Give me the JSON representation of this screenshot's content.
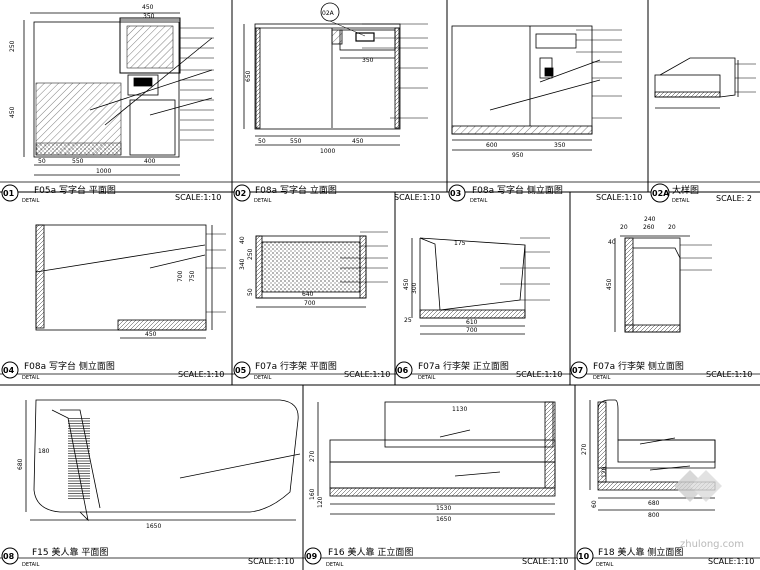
{
  "panels": [
    {
      "num": "01",
      "title": "F05a 写字台  平面图",
      "scale": "SCALE:1:10",
      "sub": "DETAIL"
    },
    {
      "num": "02",
      "title": "F08a 写字台  立面图",
      "scale": "SCALE:1:10",
      "sub": "DETAIL"
    },
    {
      "num": "03",
      "title": "F08a 写字台  侧立面图",
      "scale": "SCALE:1:10",
      "sub": "DETAIL"
    },
    {
      "num": "02A",
      "title": "大样图",
      "scale": "SCALE: 2",
      "sub": "DETAIL"
    },
    {
      "num": "04",
      "title": "F08a 写字台  侧立面图",
      "scale": "SCALE:1:10",
      "sub": "DETAIL"
    },
    {
      "num": "05",
      "title": "F07a 行李架  平面图",
      "scale": "SCALE:1:10",
      "sub": "DETAIL"
    },
    {
      "num": "06",
      "title": "F07a 行李架  正立面图",
      "scale": "SCALE:1:10",
      "sub": "DETAIL"
    },
    {
      "num": "07",
      "title": "F07a 行李架  侧立面图",
      "scale": "SCALE:1:10",
      "sub": "DETAIL"
    },
    {
      "num": "08",
      "title": "F15 美人靠  平面图",
      "scale": "SCALE:1:10",
      "sub": "DETAIL"
    },
    {
      "num": "09",
      "title": "F16 美人靠  正立面图",
      "scale": "SCALE:1:10",
      "sub": "DETAIL"
    },
    {
      "num": "10",
      "title": "F18 美人靠  侧立面图",
      "scale": "SCALE:1:10",
      "sub": "DETAIL"
    }
  ],
  "callout_ref": "02A",
  "watermark": "zhulong.com",
  "dims": {
    "d01": [
      "450",
      "350",
      "250",
      "450",
      "550",
      "400",
      "1000",
      "50"
    ],
    "d02": [
      "650",
      "350",
      "550",
      "450",
      "1000",
      "50"
    ],
    "d03": [
      "600",
      "350",
      "950"
    ],
    "d04": [
      "700",
      "750",
      "450"
    ],
    "d05": [
      "640",
      "700",
      "250",
      "50",
      "340",
      "40"
    ],
    "d06": [
      "175",
      "450",
      "300",
      "610",
      "700",
      "25"
    ],
    "d07": [
      "240",
      "20",
      "260",
      "40",
      "20",
      "450"
    ],
    "d08": [
      "180",
      "680",
      "1650"
    ],
    "d09": [
      "1130",
      "1530",
      "1650",
      "270",
      "160",
      "120"
    ],
    "d10": [
      "680",
      "800",
      "120",
      "270",
      "60"
    ]
  }
}
